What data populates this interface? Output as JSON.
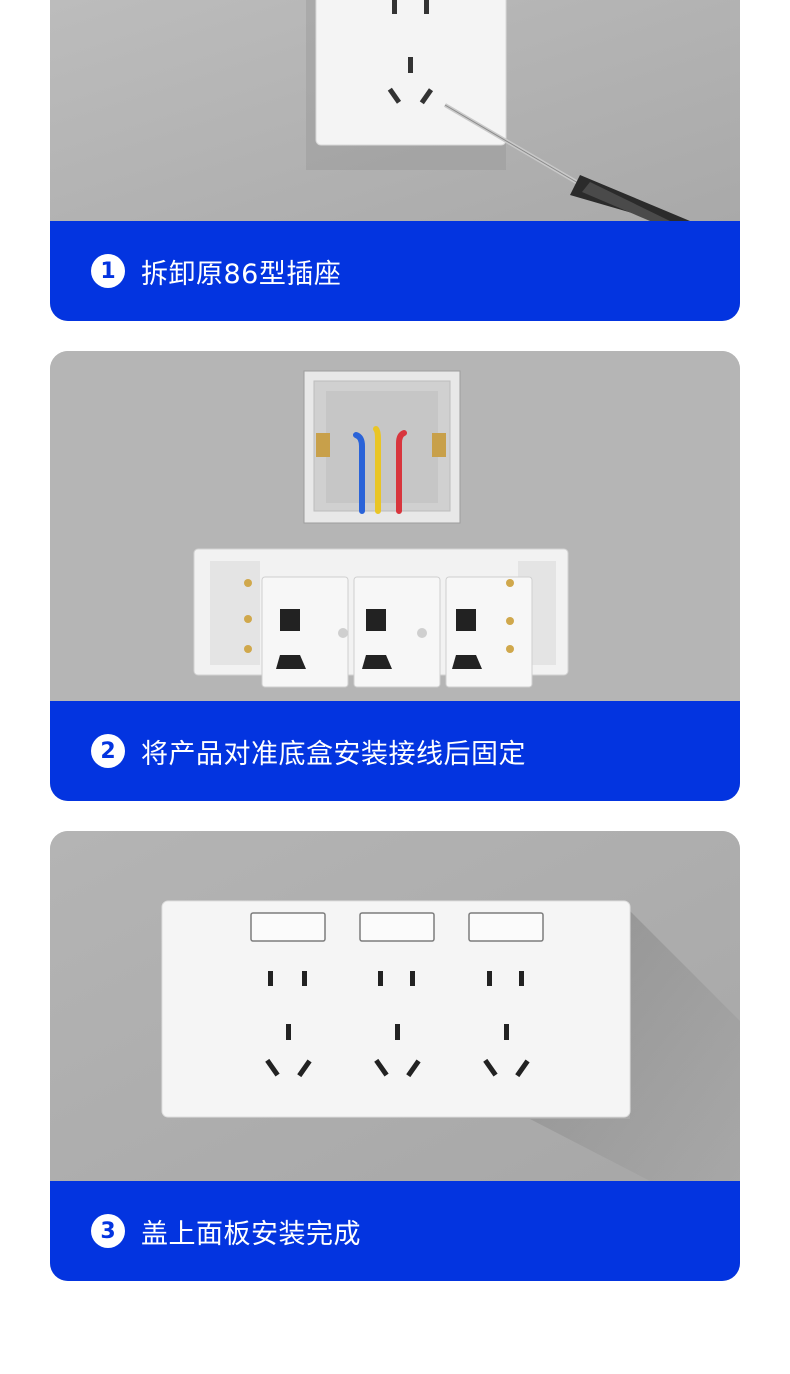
{
  "steps": [
    {
      "number": "1",
      "caption": "拆卸原86型插座"
    },
    {
      "number": "2",
      "caption": "将产品对准底盒安装接线后固定"
    },
    {
      "number": "3",
      "caption": "盖上面板安装完成"
    }
  ],
  "colors": {
    "accent_blue": "#0334e0",
    "photo_background": "#b3b3b3",
    "panel_white": "#f4f4f4"
  }
}
